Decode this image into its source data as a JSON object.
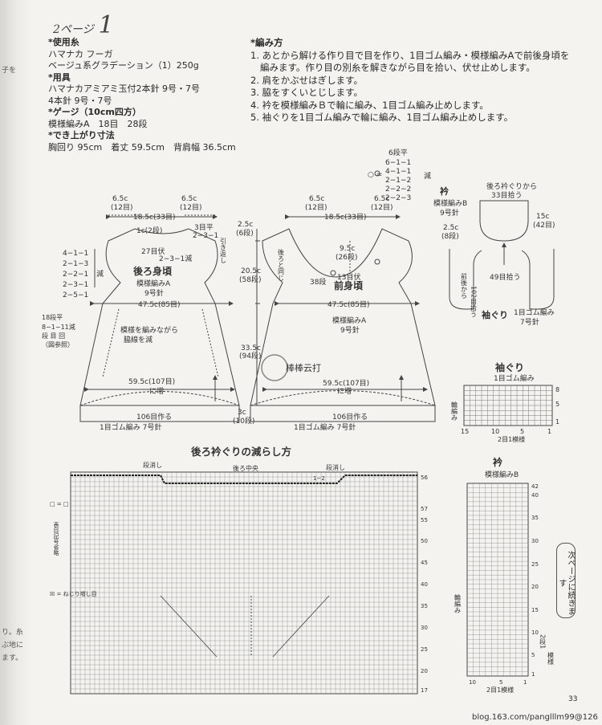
{
  "page": {
    "number": "33",
    "header_prefix": "2ページ",
    "header_num": "1"
  },
  "binding": {
    "lines": [
      "子を",
      "",
      "",
      "",
      "り。糸",
      "ぶ地に",
      "ます。"
    ]
  },
  "materials": {
    "yarn_head": "*使用糸",
    "yarn_1": "ハマナカ フーガ",
    "yarn_2": "ベージュ系グラデーション（1）250g",
    "tools_head": "*用具",
    "tools_1": "ハマナカアミアミ玉付2本針 9号・7号",
    "tools_2": "4本針 9号・7号",
    "gauge_head": "*ゲージ（10cm四方）",
    "gauge_1": "模様編みA　18目　28段",
    "size_head": "*でき上がり寸法",
    "size_1": "胸回り 95cm　着丈 59.5cm　背肩幅 36.5cm"
  },
  "instructions": {
    "head": "*編み方",
    "step1a": "1. あとから解ける作り目で目を作り、1目ゴム編み・模様編みAで前後身頃を",
    "step1b": "編みます。作り目の別糸を解きながら目を拾い、伏せ止めします。",
    "step2": "2. 肩をかぶせはぎします。",
    "step3": "3. 脇をすくいとじします。",
    "step4": "4. 衿を模様編みＢで輪に編み、1目ゴム編み止めします。",
    "step5": "5. 袖ぐりを1目ゴム編みで輪に編み、1目ゴム編み止めします。"
  },
  "back_body": {
    "title": "後ろ身頃",
    "pattern": "模様編みA",
    "needle": "9号針",
    "shoulder_l": "6.5c",
    "shoulder_l_sts": "(12目)",
    "shoulder_r": "6.5c",
    "shoulder_r_sts": "(12目)",
    "neck_width": "18.5c(33目)",
    "bind_1c": "1c(2段)",
    "bind_27": "27目伏",
    "bind_3": "3目平",
    "bind_231": "2−3−1",
    "bind_hikikaeshi": "引き返し",
    "bind_2131": "2−3−1減",
    "dec_1": "4−1−1",
    "dec_2": "2−1−3",
    "dec_3": "2−2−1",
    "dec_4": "2−3−1",
    "dec_5": "2−5−1",
    "dec_label": "減",
    "width_475": "47.5c(85目)",
    "side_note": "模様を編みながら",
    "side_note2": "脇線を減",
    "hem": "59.5c(107目)",
    "hem_inc": "に増",
    "cast_on": "106目作る",
    "rib": "1目ゴム編み 7号針",
    "side_1": "18段平",
    "side_2": "8−1−11減",
    "side_3": "段 目 回",
    "side_4": "（図参照）"
  },
  "front_body": {
    "title": "前身頃",
    "pattern": "模様編みA",
    "needle": "9号針",
    "shoulder_l": "6.5c",
    "shoulder_l_sts": "(12目)",
    "shoulder_r": "6.5c",
    "shoulder_r_sts": "(12目)",
    "neck_width": "18.5c(33目)",
    "top_h": "2.5c",
    "top_h_rows": "(6段)",
    "arm_h": "20.5c",
    "arm_h_rows": "(58段)",
    "side_h": "33.5c",
    "side_h_rows": "(94段)",
    "rib_h": "3c",
    "rib_h_rows": "(10段)",
    "neck_depth": "9.5c",
    "neck_depth_rows": "(26段)",
    "center": "13目伏",
    "same_as_back": "後ろと同じ",
    "rows_38": "38段",
    "width_475": "47.5c(85目)",
    "hem": "59.5c(107目)",
    "hem_inc": "に増",
    "cast_on": "106目作る",
    "rib": "1目ゴム編み 7号針",
    "neck_dec_head": "6段平",
    "neck_dec_1": "6−1−1",
    "neck_dec_2": "4−1−1",
    "neck_dec_3": "2−1−2",
    "neck_dec_4": "2−2−2",
    "neck_dec_5": "2−2−3",
    "neck_dec_label": "減",
    "symbol": "○ ="
  },
  "collar_diagram": {
    "title": "衿",
    "pattern": "模様編みB",
    "needle": "9号針",
    "pick_back_1": "後ろ衿ぐりから",
    "pick_back_2": "33目拾う",
    "height": "2.5c",
    "height_rows": "(8段)",
    "side": "15c",
    "side_sts": "(42目)",
    "front_pick_1": "前後から",
    "front_pick_2": "102目拾う",
    "bottom_pick": "49目拾う",
    "armhole": "袖ぐり",
    "armhole_rib": "1目ゴム編み",
    "armhole_needle": "7号針"
  },
  "sleeve_chart": {
    "title": "袖ぐり",
    "sub": "1目ゴム編み",
    "side_label": "輪編み",
    "repeat": "2目1模様",
    "n15": "15",
    "n10": "10",
    "n5": "5",
    "n1": "1",
    "r8": "8",
    "r5": "5",
    "r1": "1"
  },
  "neck_chart": {
    "title": "後ろ衿ぐりの減らし方",
    "step_l": "段消し",
    "step_r": "段消し",
    "center": "後ろ中央",
    "mark_12": "1−2",
    "row_56": "56",
    "row_57": "57",
    "row_55": "55",
    "row_50": "50",
    "row_45": "45",
    "row_40": "40",
    "row_35": "35",
    "row_30": "30",
    "row_25": "25",
    "row_20": "20",
    "row_17": "17",
    "legend_1": "□ = □",
    "legend_2": "表目記号省略",
    "legend_3": "☒ = ねじり増し目"
  },
  "collar_chart": {
    "title": "衿",
    "sub": "模様編みB",
    "side_label": "輪編み",
    "repeat": "2目1模様",
    "repeat_side_1": "2段1",
    "repeat_side_2": "模様",
    "n10": "10",
    "n5": "5",
    "n1": "1",
    "r42": "42",
    "r40": "40",
    "r35": "35",
    "r30": "30",
    "r25": "25",
    "r20": "20",
    "r15": "15",
    "r10": "10",
    "r5": "5",
    "r1": "1"
  },
  "next_page": "次ページに続きます",
  "watermark": "blog.163.com/panglllm99@126",
  "stamp": "棒棒云打"
}
